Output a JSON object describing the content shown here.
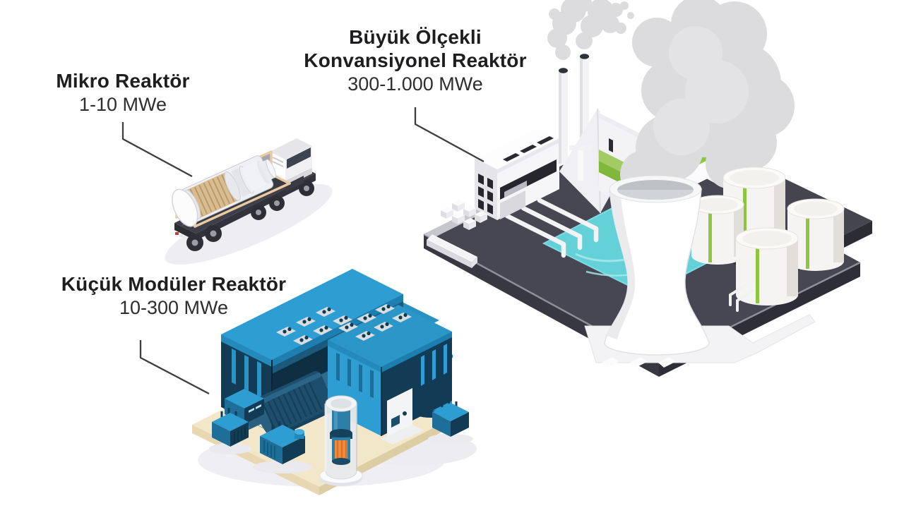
{
  "labels": {
    "micro": {
      "title": "Mikro Reaktör",
      "range": "1-10 MWe"
    },
    "large": {
      "title_line1": "Büyük Ölçekli",
      "title_line2": "Konvansiyonel Reaktör",
      "range": "300-1.000 MWe"
    },
    "small_modular": {
      "title": "Küçük Modüler Reaktör",
      "range": "10-300 MWe"
    }
  },
  "colors": {
    "text": "#1e1e20",
    "leader": "#3e3e40",
    "water_teal": "#64d0d8",
    "accent_green": "#8dc63f",
    "smr_blue": "#2e9dd2",
    "smr_navy": "#123c55",
    "platform_dark": "#474753",
    "smoke_grey": "#dcdcdf",
    "pad_cream": "#f3e7c9",
    "container_tan": "#e9cba2",
    "core_orange": "#ef8f3c"
  }
}
